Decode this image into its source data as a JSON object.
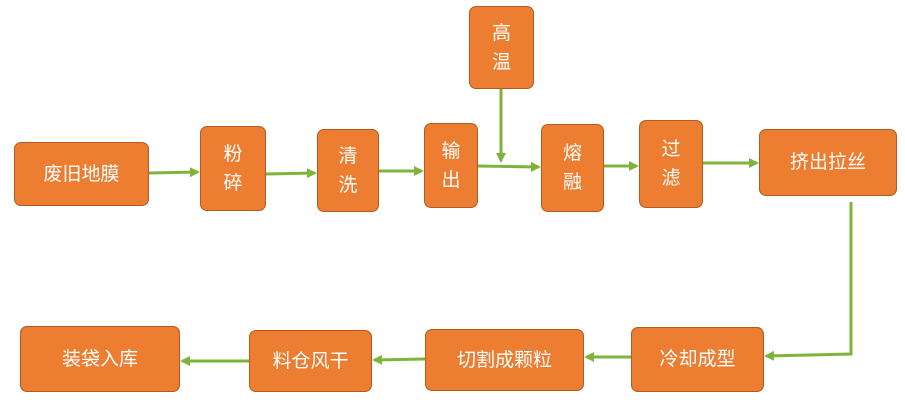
{
  "colors": {
    "node_fill": "#ED7D31",
    "node_border": "#AE5A21",
    "node_text": "#FFFFFF",
    "arrow": "#7FB43C"
  },
  "nodes": {
    "waste_film": "废旧地膜",
    "crush": "粉\n碎",
    "clean": "清\n洗",
    "output": "输\n出",
    "high_temp": "高\n温",
    "melt": "熔\n融",
    "filter": "过\n滤",
    "extrude": "挤出拉丝",
    "cool": "冷却成型",
    "cut": "切割成颗粒",
    "dry": "料仓风干",
    "pack": "装袋入库"
  }
}
